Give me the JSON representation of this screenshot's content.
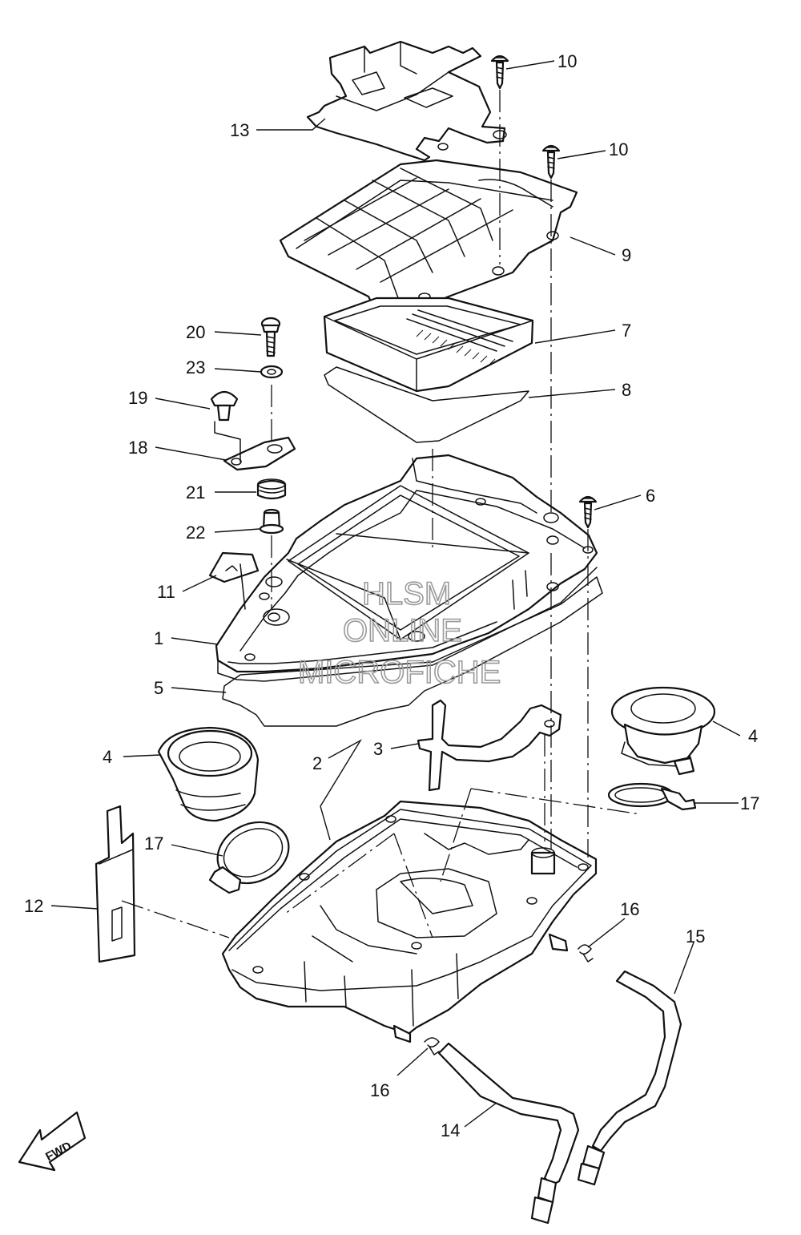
{
  "watermark": {
    "line1": "HLSM",
    "line2": "ONLINE",
    "line3": "MICROFICHE"
  },
  "direction_marker": {
    "label": "FWD"
  },
  "callouts": {
    "c1": "1",
    "c2": "2",
    "c3": "3",
    "c4a": "4",
    "c4b": "4",
    "c5": "5",
    "c6": "6",
    "c7": "7",
    "c8": "8",
    "c9": "9",
    "c10a": "10",
    "c10b": "10",
    "c11": "11",
    "c12": "12",
    "c13": "13",
    "c14": "14",
    "c15": "15",
    "c16a": "16",
    "c16b": "16",
    "c17a": "17",
    "c17b": "17",
    "c18": "18",
    "c19": "19",
    "c20": "20",
    "c21": "21",
    "c22": "22",
    "c23": "23"
  }
}
